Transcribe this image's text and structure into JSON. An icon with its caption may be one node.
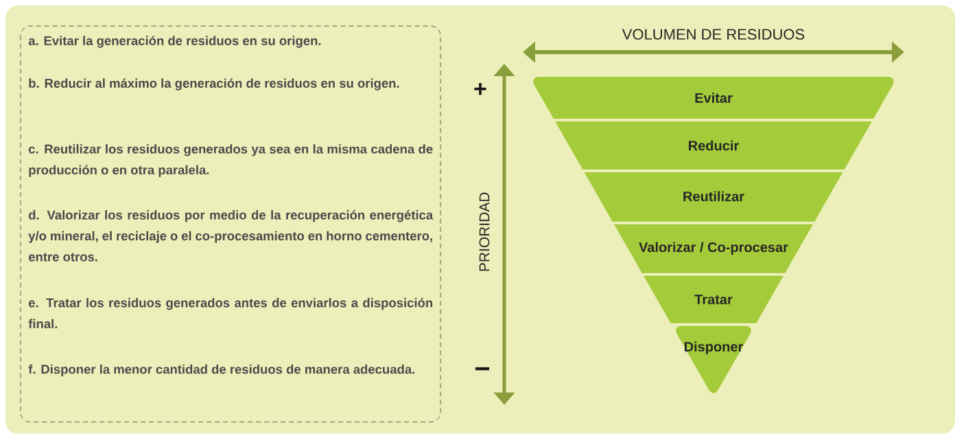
{
  "diagram": {
    "nodes": [
      {
        "text": [
          "a. Evitar la generación de residuos en su origen.",
          "b. Reducir al máximo la generación de residuos en su origen.",
          "c. Reutilizar los residuos generados ya sea en la misma cadena de producción o en otra paralela.",
          "d. Valorizar los residuos por medio de la recuperación energética y/o mineral, el reciclaje o el co-procesamiento en horno cementero, entre otros.",
          "e. Tratar los residuos generados antes de enviarlos a disposición final.",
          "f. Disponer la menor cantidad de residuos de manera adecuada."
        ]
      },
      {
        "text": [
          "Evitar"
        ]
      },
      {
        "text": [
          "Reducir"
        ]
      },
      {
        "text": [
          "Reutilizar"
        ]
      },
      {
        "text": [
          "Valorizar / Co-procesar"
        ]
      },
      {
        "text": [
          "Tratar"
        ]
      },
      {
        "text": [
          "Disponer"
        ]
      }
    ],
    "edges": [],
    "labels": [
      "VOLUMEN DE RESIDUOS",
      "+",
      "PRIORIDAD",
      "−"
    ]
  }
}
